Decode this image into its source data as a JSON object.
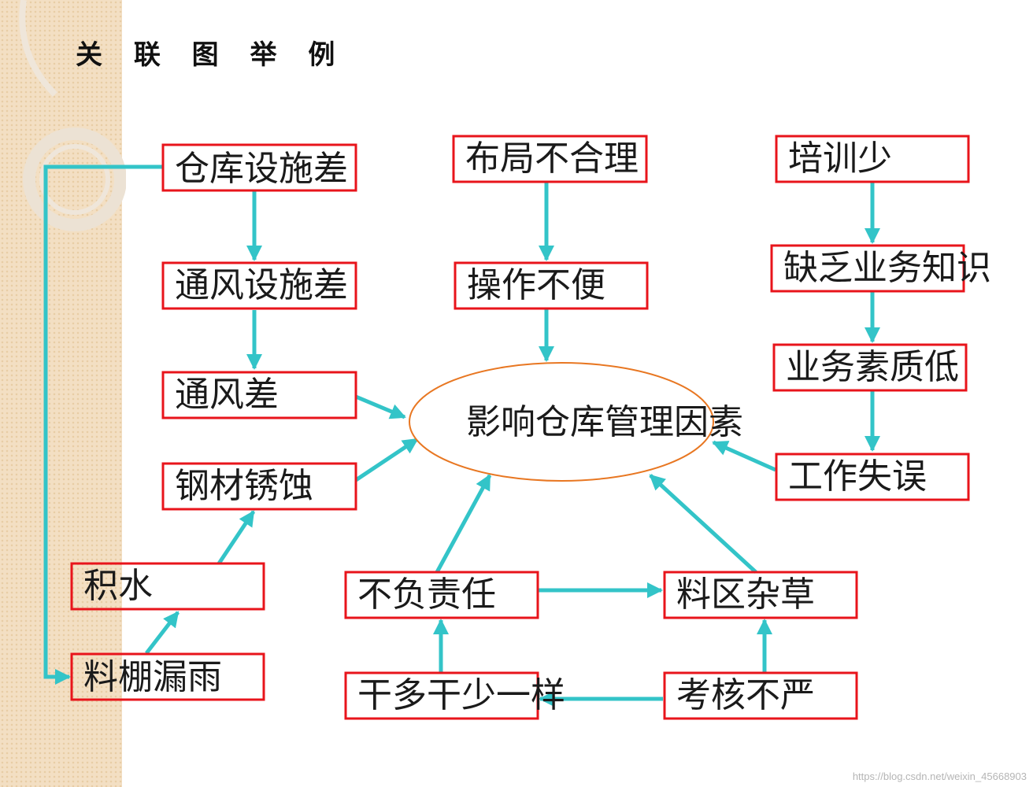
{
  "title": "关 联 图 举 例",
  "watermark": "https://blog.csdn.net/weixin_45668903",
  "colors": {
    "box_border": "#e8141b",
    "arrow": "#33c4c8",
    "ellipse": "#e87722",
    "band": "#f3dfc3"
  },
  "center": "影响仓库管理因素",
  "nodes": {
    "warehouse_facility": "仓库设施差",
    "vent_facility": "通风设施差",
    "vent_poor": "通风差",
    "steel_rust": "钢材锈蚀",
    "water": "积水",
    "shed_leak": "料棚漏雨",
    "layout": "布局不合理",
    "inconvenient": "操作不便",
    "training": "培训少",
    "knowledge": "缺乏业务知识",
    "quality": "业务素质低",
    "errors": "工作失误",
    "irresponsible": "不负责任",
    "weeds": "料区杂草",
    "same": "干多干少一样",
    "assessment": "考核不严"
  }
}
